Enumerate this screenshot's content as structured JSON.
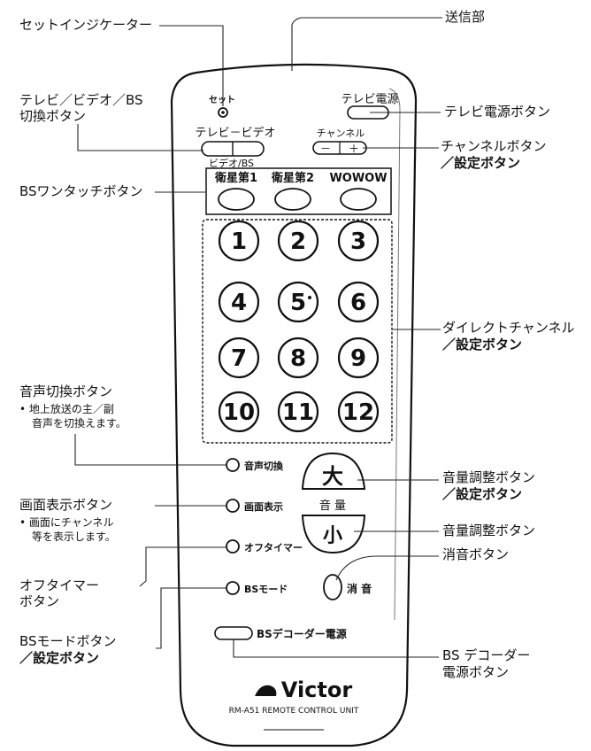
{
  "remote": {
    "set_indicator_text": "セット",
    "tv_power_text": "テレビ電源",
    "tv_video_text": "テレビ－ビデオ",
    "video_bs_text": "ビデオ/BS",
    "channel_text": "チャンネル",
    "channel_minus": "－",
    "channel_plus": "＋",
    "bs_buttons": [
      "衛星第1",
      "衛星第2",
      "WOWOW"
    ],
    "numbers": [
      "1",
      "2",
      "3",
      "4",
      "5",
      "6",
      "7",
      "8",
      "9",
      "10",
      "11",
      "12"
    ],
    "audio_switch_text": "音声切換",
    "display_text": "画面表示",
    "off_timer_text": "オフタイマー",
    "bs_mode_text": "BSモード",
    "volume_up": "大",
    "volume_text": "音 量",
    "volume_down": "小",
    "mute_text": "消 音",
    "bs_decoder_power_text": "BSデコーダー電源",
    "brand": "Victor",
    "model": "RM-A51  REMOTE CONTROL UNIT"
  },
  "callouts": {
    "set_indicator": "セットインジケーター",
    "transmitter": "送信部",
    "tv_video_bs_line1": "テレビ／ビデオ／BS",
    "tv_video_bs_line2": "切換ボタン",
    "tv_power_button": "テレビ電源ボタン",
    "channel_button_line1": "チャンネルボタン",
    "channel_button_line2": "／設定ボタン",
    "bs_one_touch": "BSワンタッチボタン",
    "direct_channel_line1": "ダイレクトチャンネル",
    "direct_channel_line2": "／設定ボタン",
    "audio_switch_button": "音声切換ボタン",
    "audio_switch_note1": "• 地上放送の主／副",
    "audio_switch_note2": "音声を切換えます。",
    "volume_set_line1": "音量調整ボタン",
    "volume_set_line2": "／設定ボタン",
    "display_button": "画面表示ボタン",
    "display_note1": "• 画面にチャンネル",
    "display_note2": "等を表示します。",
    "volume_button": "音量調整ボタン",
    "mute_button": "消音ボタン",
    "off_timer_line1": "オフタイマー",
    "off_timer_line2": "ボタン",
    "bs_mode_line1": "BSモードボタン",
    "bs_mode_line2": "／設定ボタン",
    "bs_decoder_line1": "BS デコーダー",
    "bs_decoder_line2": "電源ボタン"
  }
}
